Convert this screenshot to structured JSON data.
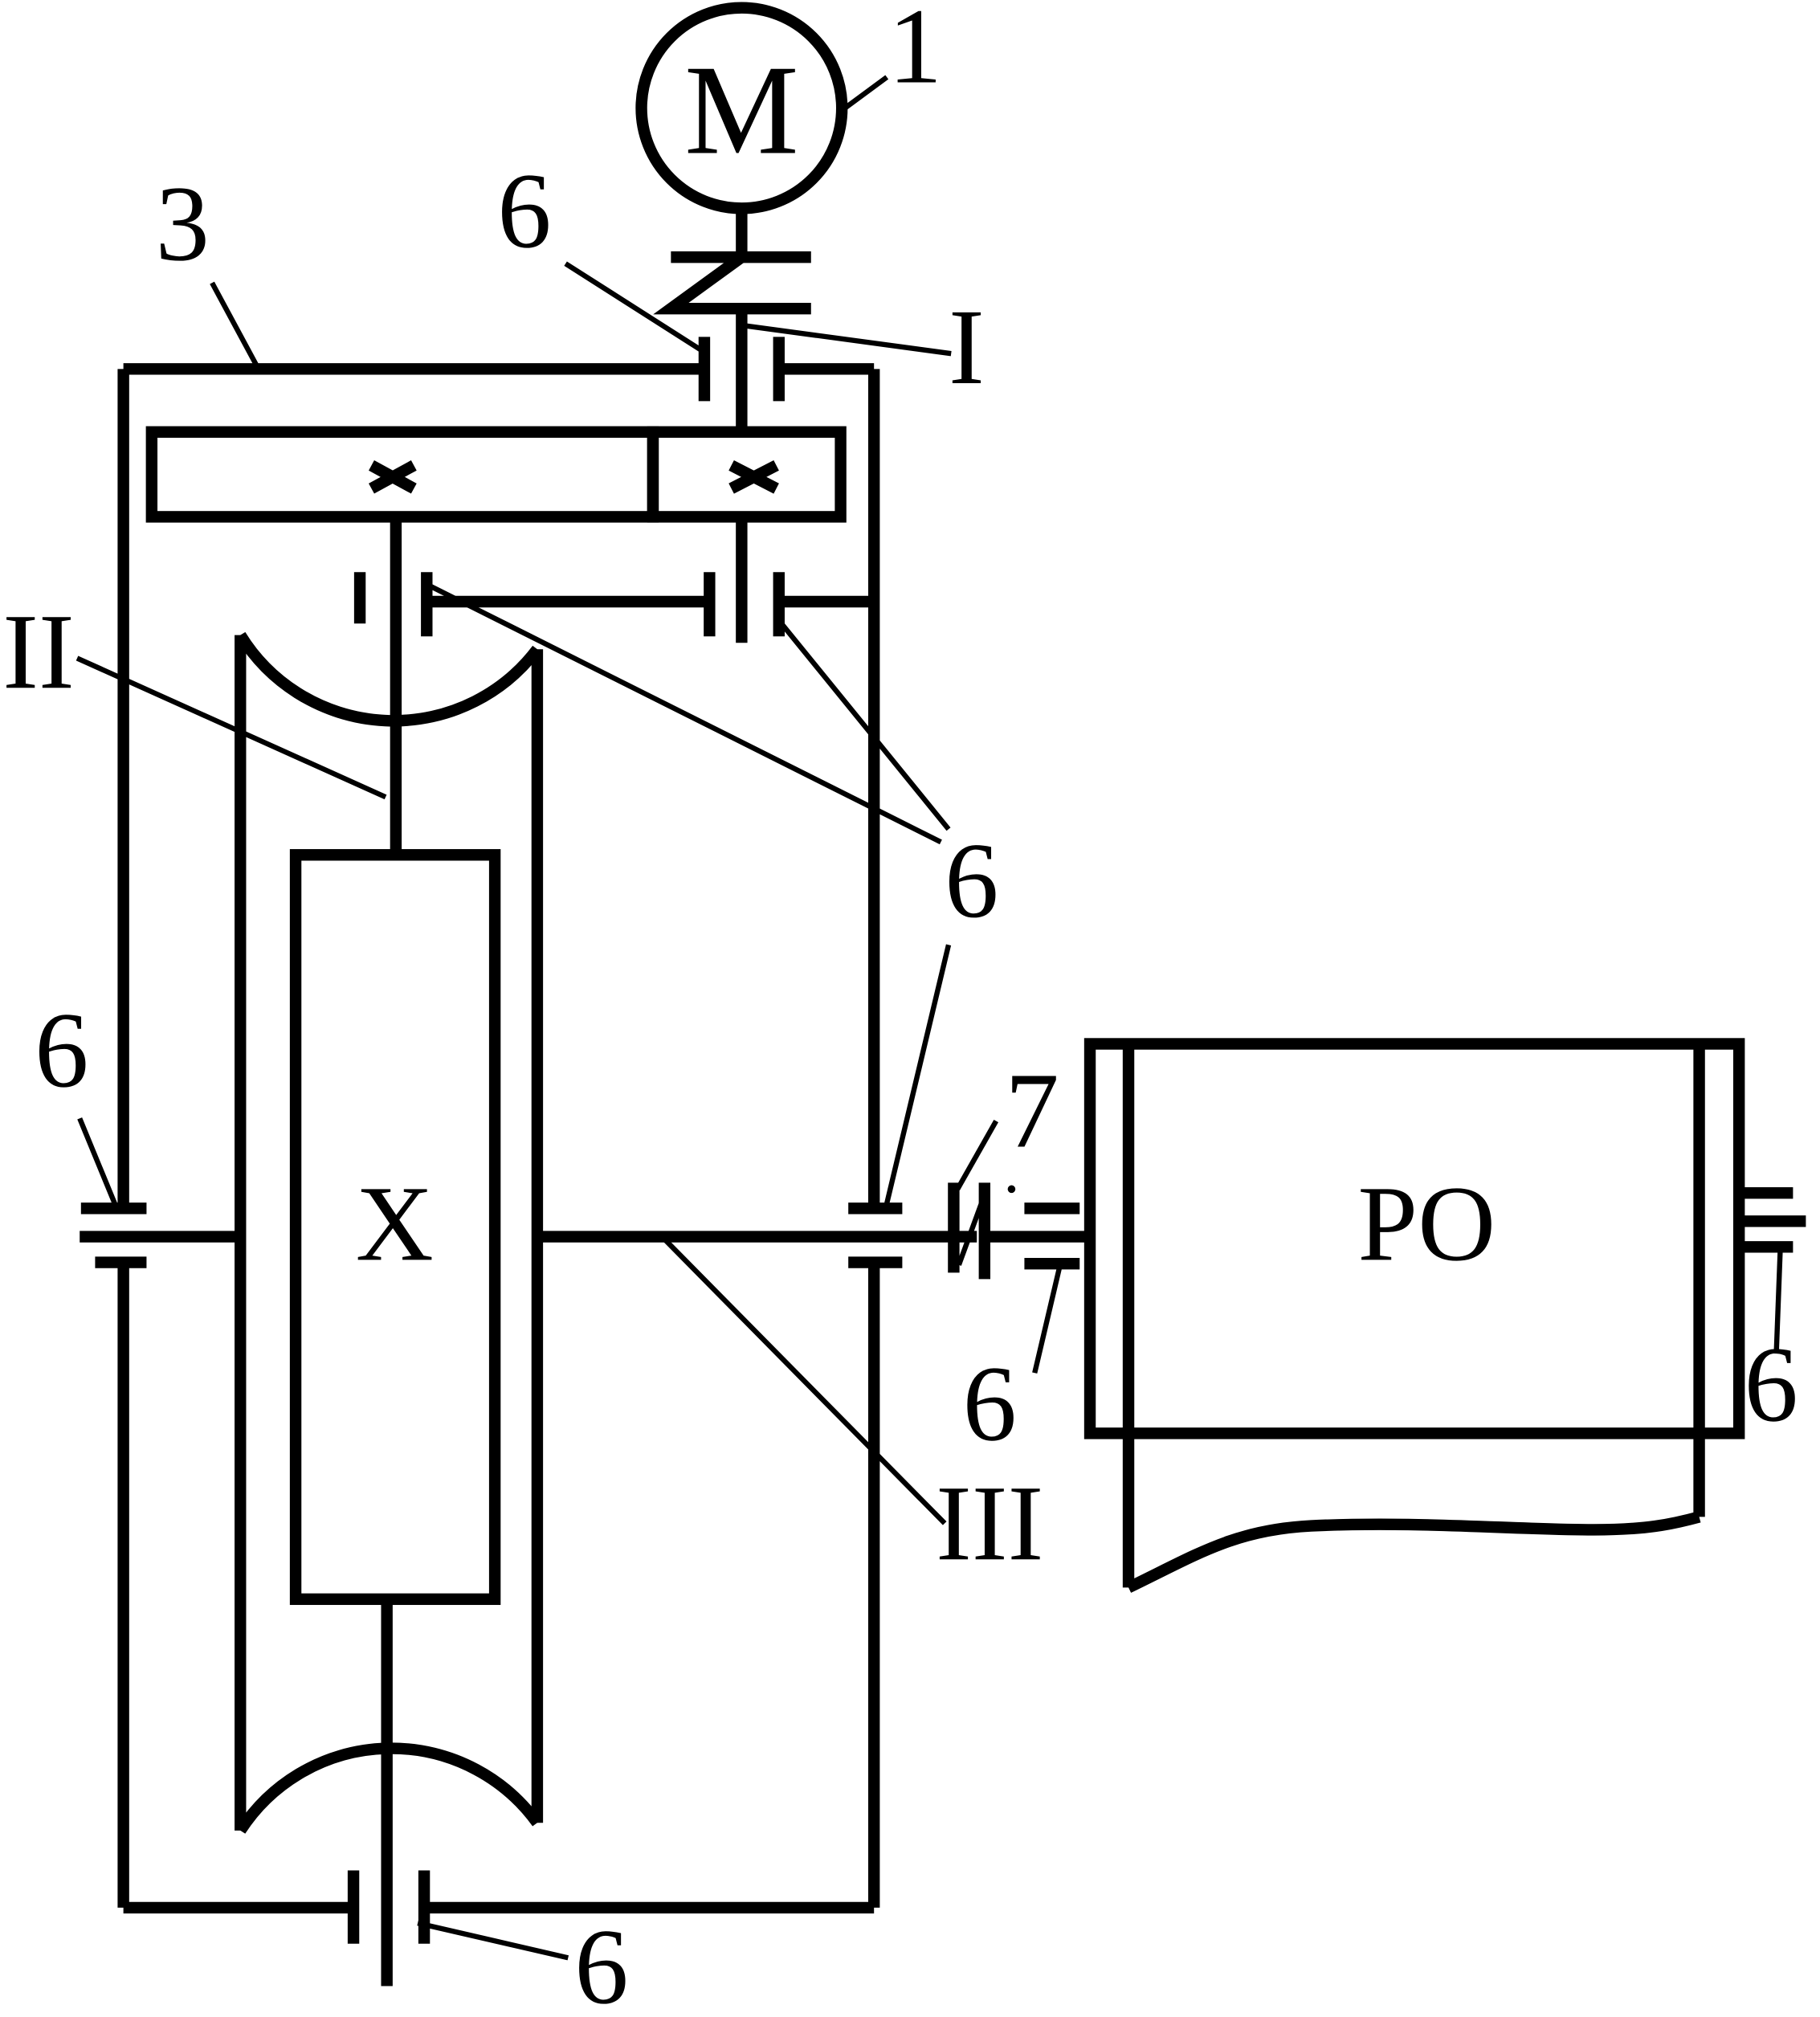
{
  "labels": {
    "motor": "M",
    "motor_num": "1",
    "housing_num": "3",
    "bearing": "6",
    "coupling_num": "7",
    "shaft_1": "I",
    "shaft_2": "II",
    "shaft_3": "III",
    "x_mark": "X",
    "working_organ": "PO"
  }
}
